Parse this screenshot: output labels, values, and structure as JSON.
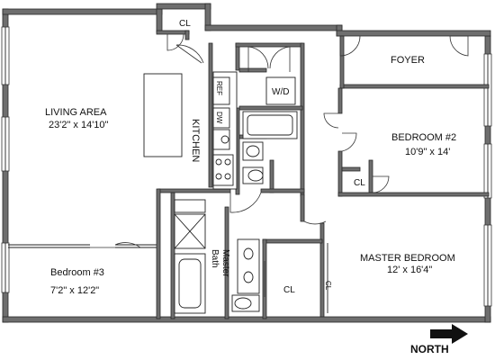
{
  "rooms": {
    "living_area": {
      "name": "LIVING AREA",
      "dims": "23'2\" x 14'10\""
    },
    "kitchen": {
      "name": "KITCHEN"
    },
    "foyer": {
      "name": "FOYER"
    },
    "bedroom2": {
      "name": "BEDROOM #2",
      "dims": "10'9\" x 14'"
    },
    "master_bedroom": {
      "name": "MASTER BEDROOM",
      "dims": "12' x 16'4\""
    },
    "bedroom3": {
      "name": "Bedroom #3",
      "dims": "7'2\" x 12'2\""
    },
    "master_bath": {
      "line1": "Master",
      "line2": "Bath"
    }
  },
  "closets": {
    "top_left": "CL",
    "bedroom2": "CL",
    "master_left": "CL",
    "master_right": "CL"
  },
  "appliances": {
    "washer_dryer": "W/D",
    "refrigerator": "REF",
    "dishwasher": "DW"
  },
  "compass": {
    "label": "NORTH"
  }
}
